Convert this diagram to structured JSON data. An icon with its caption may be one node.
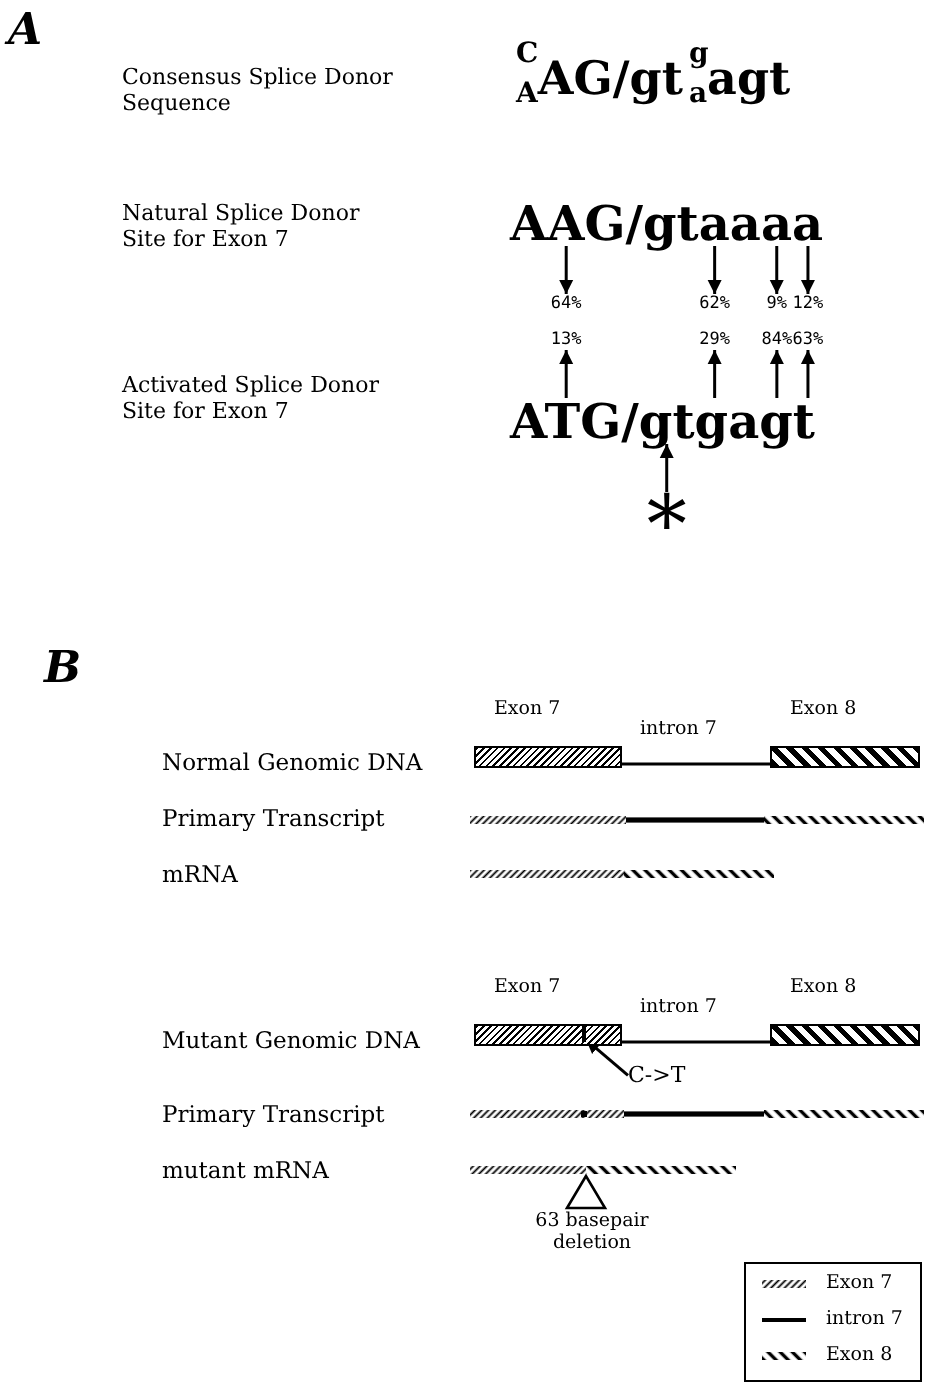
{
  "diagram": {
    "nodes": [
      {
        "text": [
          "AAG/gtaaaa"
        ]
      },
      {
        "text": [
          "64%"
        ]
      },
      {
        "text": [
          "62%"
        ]
      },
      {
        "text": [
          "9%"
        ]
      },
      {
        "text": [
          "12%"
        ]
      },
      {
        "text": [
          "13%"
        ]
      },
      {
        "text": [
          "29%"
        ]
      },
      {
        "text": [
          "84%"
        ]
      },
      {
        "text": [
          "63%"
        ]
      },
      {
        "text": [
          "ATG/gtgagt"
        ]
      },
      {
        "text": [
          "*"
        ]
      },
      {
        "text": [
          "Exon 7"
        ]
      },
      {
        "text": [
          "Exon 8"
        ]
      },
      {
        "text": [
          "Exon 7"
        ]
      },
      {
        "text": [
          "Exon 8"
        ]
      },
      {
        "text": [],
        "shape": "bar",
        "in": 13
      },
      {
        "text": [
          "C->T"
        ]
      }
    ],
    "edges": [
      {
        "from": 0,
        "to": 1,
        "arrow": "to"
      },
      {
        "from": 0,
        "to": 2,
        "arrow": "to"
      },
      {
        "from": 0,
        "to": 3,
        "arrow": "to"
      },
      {
        "from": 0,
        "to": 4,
        "arrow": "to"
      },
      {
        "from": 9,
        "to": 5,
        "arrow": "to"
      },
      {
        "from": 9,
        "to": 6,
        "arrow": "to"
      },
      {
        "from": 9,
        "to": 7,
        "arrow": "to"
      },
      {
        "from": 9,
        "to": 8,
        "arrow": "to"
      },
      {
        "from": 10,
        "to": 9,
        "arrow": "to"
      },
      {
        "from": 11,
        "to": 12,
        "arrow": "none",
        "label": "intron 7"
      },
      {
        "from": 13,
        "to": 14,
        "arrow": "none",
        "label": "intron 7"
      },
      {
        "from": 16,
        "to": 15,
        "arrow": "to"
      }
    ],
    "labels": [
      "A",
      "Consensus Splice Donor Sequence",
      "$^{C}$$_{A}$AG/gt$^{g}$$_{a}$agt",
      "Natural Splice Donor Site for Exon 7",
      "Activated Splice Donor Site for Exon 7",
      "B",
      "Normal Genomic DNA",
      "Primary Transcript",
      "mRNA",
      "Mutant Genomic DNA",
      "Primary Transcript",
      "mutant mRNA",
      "63 basepair deletion"
    ],
    "legend": [
      {
        "text": "Exon 7"
      },
      {
        "text": "intron 7"
      },
      {
        "text": "Exon 8"
      }
    ]
  }
}
